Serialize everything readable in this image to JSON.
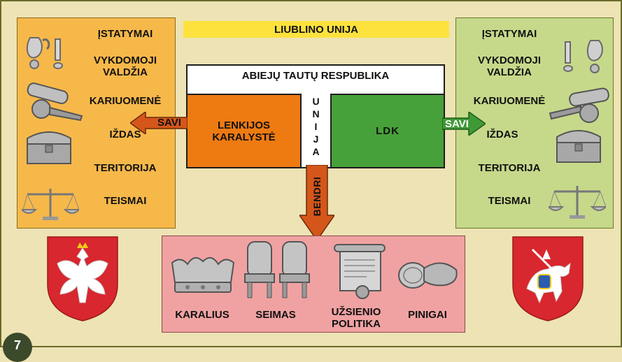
{
  "title": "LIUBLINO UNIJA",
  "center": {
    "title": "ABIEJŲ TAUTŲ RESPUBLIKA",
    "poland": "LENKIJOS KARALYSTĖ",
    "union_letters": [
      "U",
      "N",
      "I",
      "J",
      "A"
    ],
    "ldk": "LDK"
  },
  "left_panel": {
    "items": [
      "ĮSTATYMAI",
      "VYKDOMOJI VALDŽIA",
      "KARIUOMENĖ",
      "IŽDAS",
      "TERITORIJA",
      "TEISMAI"
    ],
    "arrow_label": "SAVI"
  },
  "right_panel": {
    "items": [
      "ĮSTATYMAI",
      "VYKDOMOJI VALDŽIA",
      "KARIUOMENĖ",
      "IŽDAS",
      "TERITORIJA",
      "TEISMAI"
    ],
    "arrow_label": "SAVI"
  },
  "common": {
    "arrow_label": "BENDRI",
    "items": [
      "KARALIUS",
      "SEIMAS",
      "UŽSIENIO POLITIKA",
      "PINIGAI"
    ]
  },
  "badge": "7",
  "colors": {
    "background": "#ede3b4",
    "left_panel": "#f7b84a",
    "right_panel": "#c6d98a",
    "title_bar": "#fde23e",
    "poland": "#ee7a12",
    "ldk": "#47a13a",
    "common_panel": "#f0a2a2",
    "arrow": "#d4561a",
    "arrow_green": "#3f9a36"
  },
  "icons": [
    "chain-icon",
    "cannon-icon",
    "chest-icon",
    "scales-icon",
    "crown-icon",
    "throne-icon",
    "scroll-icon",
    "coins-icon",
    "eagle-coat-of-arms-icon",
    "vytis-coat-of-arms-icon"
  ]
}
